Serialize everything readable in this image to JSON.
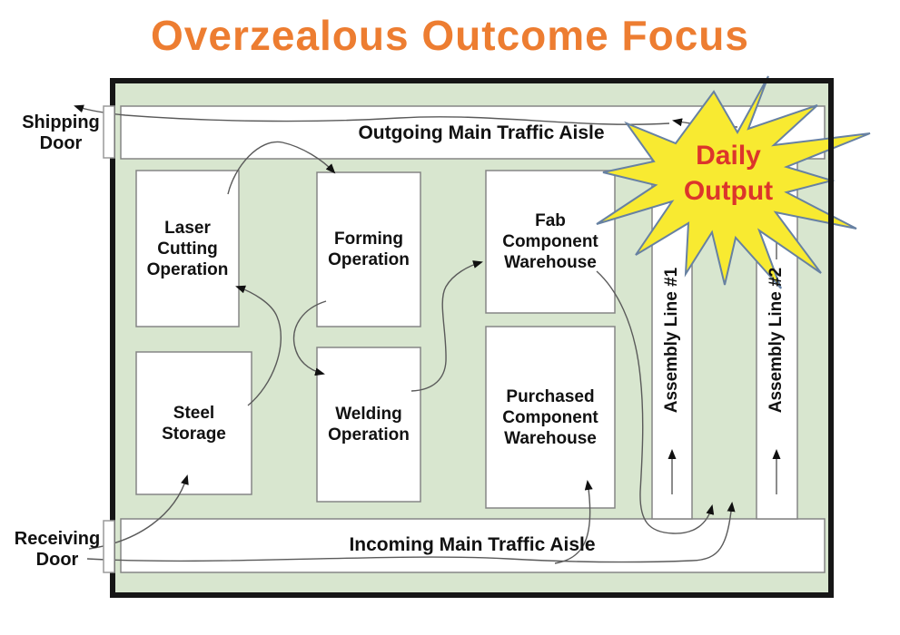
{
  "diagram_title": "Overzealous Outcome Focus",
  "doors": {
    "shipping": [
      "Shipping",
      "Door"
    ],
    "receiving": [
      "Receiving",
      "Door"
    ]
  },
  "aisles": {
    "outgoing": "Outgoing Main Traffic Aisle",
    "incoming": "Incoming Main Traffic Aisle"
  },
  "work_areas": {
    "laser": [
      "Laser",
      "Cutting",
      "Operation"
    ],
    "forming": [
      "Forming",
      "Operation"
    ],
    "fab_warehouse": [
      "Fab",
      "Component",
      "Warehouse"
    ],
    "steel": [
      "Steel",
      "Storage"
    ],
    "welding": [
      "Welding",
      "Operation"
    ],
    "purchased_warehouse": [
      "Purchased",
      "Component",
      "Warehouse"
    ]
  },
  "assembly_lines": {
    "line1": "Assembly Line #1",
    "line2": "Assembly Line #2"
  },
  "callout": {
    "lines": [
      "Daily",
      "Output"
    ]
  },
  "colors": {
    "title": "#ED7D31",
    "floor_green": "#D8E6CF",
    "wall_black": "#161616",
    "box_border_gray": "#858585",
    "callout_fill": "#F8EA31",
    "callout_border": "#6781A2",
    "callout_text": "#DC352B"
  },
  "flows": [
    {
      "from": "Receiving Door",
      "to": "Steel Storage"
    },
    {
      "from": "Receiving Door",
      "to": "Incoming Main Traffic Aisle"
    },
    {
      "from": "Incoming Main Traffic Aisle",
      "to": "Purchased Component Warehouse"
    },
    {
      "from": "Incoming Main Traffic Aisle",
      "to": "Assembly Lines"
    },
    {
      "from": "Steel Storage",
      "to": "Laser Cutting Operation"
    },
    {
      "from": "Laser Cutting Operation",
      "to": "Forming Operation"
    },
    {
      "from": "Forming Operation",
      "to": "Welding Operation"
    },
    {
      "from": "Welding Operation",
      "to": "Fab Component Warehouse"
    },
    {
      "from": "Fab Component Warehouse",
      "to": "Assembly Lines"
    },
    {
      "from": "Assembly Lines",
      "to": "Outgoing Main Traffic Aisle"
    },
    {
      "from": "Outgoing Main Traffic Aisle",
      "to": "Shipping Door"
    }
  ]
}
